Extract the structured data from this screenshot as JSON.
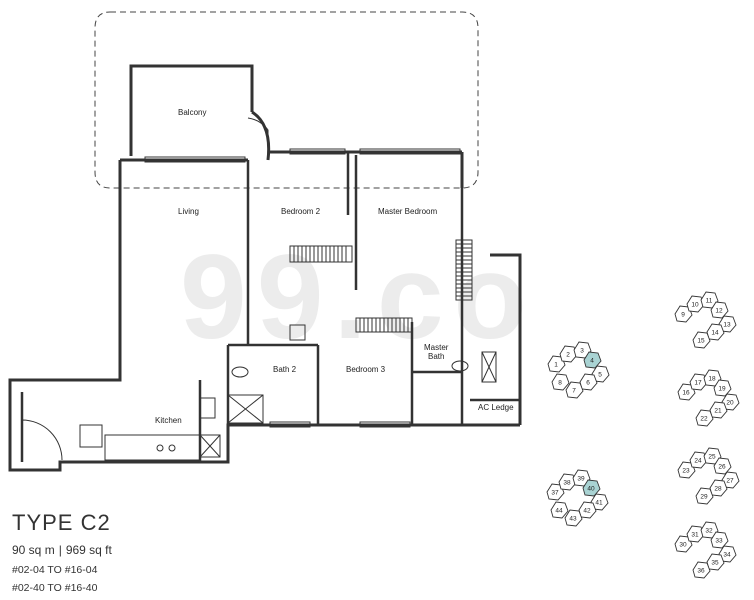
{
  "plan": {
    "rooms": {
      "balcony": "Balcony",
      "living": "Living",
      "bedroom2": "Bedroom 2",
      "master_bedroom": "Master Bedroom",
      "bath2": "Bath 2",
      "bedroom3": "Bedroom 3",
      "master_bath_line1": "Master",
      "master_bath_line2": "Bath",
      "kitchen": "Kitchen",
      "ac_ledge": "AC Ledge"
    }
  },
  "info": {
    "type": "TYPE C2",
    "area_sqm": "90 sq m",
    "separator": "|",
    "area_sqft": "969 sq ft",
    "range1": "#02-04 TO #16-04",
    "range2": "#02-40 TO #16-40"
  },
  "keyplans": {
    "block_a": [
      "1",
      "2",
      "3",
      "4",
      "5",
      "6",
      "7",
      "8"
    ],
    "block_b": [
      "9",
      "10",
      "11",
      "12",
      "13",
      "14",
      "15"
    ],
    "block_c": [
      "16",
      "17",
      "18",
      "19",
      "20",
      "21",
      "22"
    ],
    "block_d": [
      "23",
      "24",
      "25",
      "26",
      "27",
      "28",
      "29"
    ],
    "block_e": [
      "30",
      "31",
      "32",
      "33",
      "34",
      "35",
      "36"
    ],
    "block_f": [
      "37",
      "38",
      "39",
      "40",
      "41",
      "42",
      "43",
      "44"
    ]
  },
  "colors": {
    "highlight": "#a9d3d3",
    "wall": "#333333"
  }
}
